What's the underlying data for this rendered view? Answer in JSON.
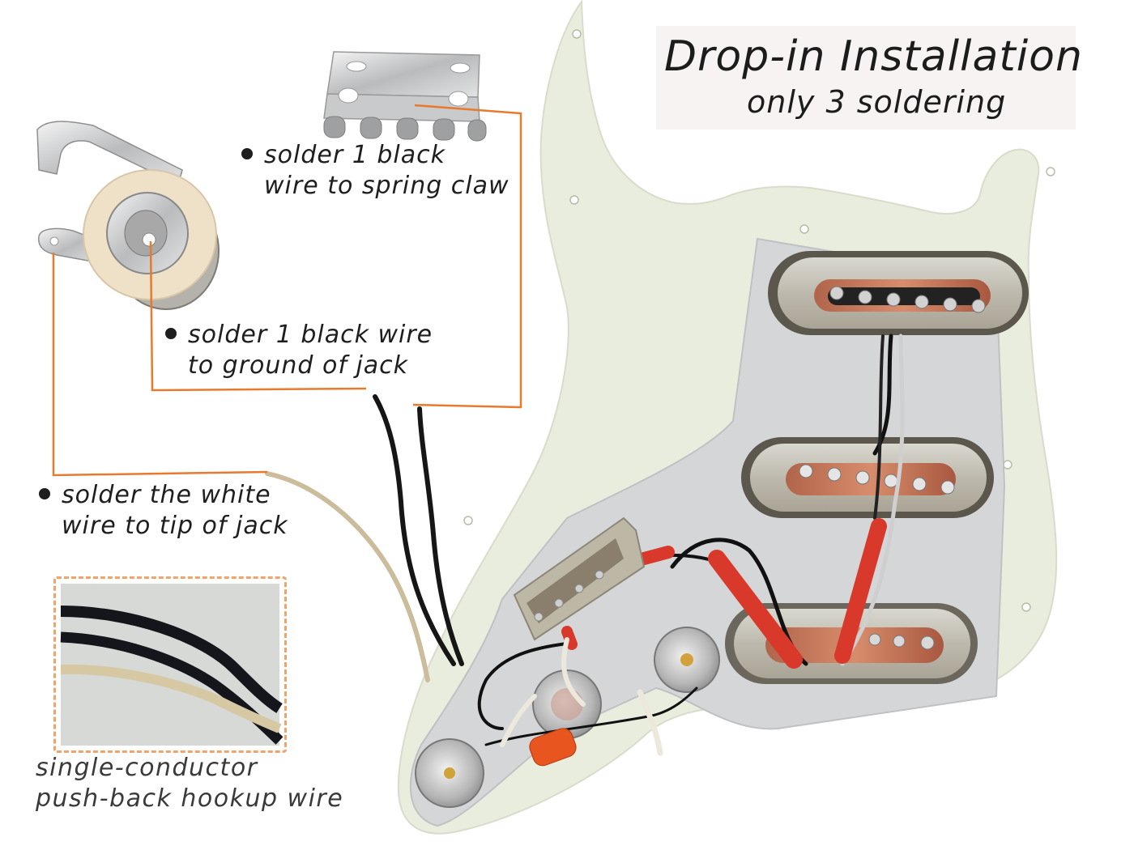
{
  "title": {
    "main": "Drop-in Installation",
    "sub": "only 3 soldering"
  },
  "callouts": [
    {
      "id": "spring-claw",
      "line1": "solder 1 black",
      "line2": "wire to spring claw"
    },
    {
      "id": "jack-ground",
      "line1": "solder 1 black wire",
      "line2": "to ground of jack"
    },
    {
      "id": "jack-tip",
      "line1": "solder the white",
      "line2": "wire to tip of jack"
    }
  ],
  "inset": {
    "caption_line1": "single-conductor",
    "caption_line2": "push-back hookup wire"
  },
  "components": {
    "jack": "output-jack",
    "spring_claw": "tremolo-spring-claw",
    "pickguard": "prewired-pickguard",
    "pickups": [
      "neck-pickup",
      "middle-pickup",
      "bridge-pickup"
    ],
    "pots": [
      "volume-pot",
      "tone-pot-1",
      "tone-pot-2"
    ],
    "switch": "5-way-selector-switch",
    "capacitor": "orange-drop-capacitor"
  },
  "colors": {
    "leader_line": "#e87a2e",
    "inset_border": "#f0a46a",
    "pickguard": "#e9eddd",
    "shield": "#d4d6d8",
    "heatshrink": "#d8392a",
    "capacitor": "#e8551e",
    "title_bg": "#f6f3f2"
  }
}
